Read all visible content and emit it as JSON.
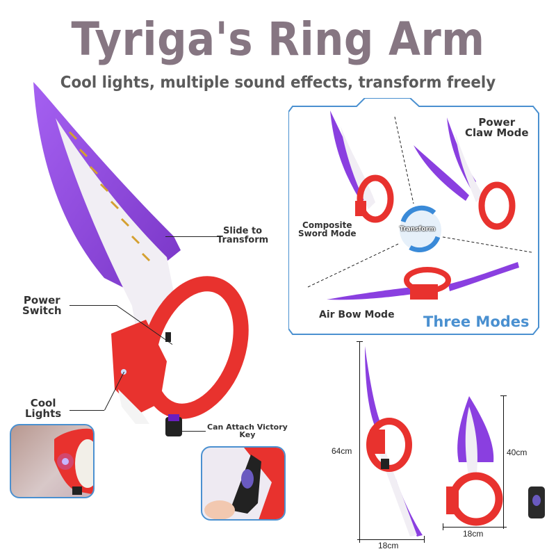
{
  "header": {
    "title": "Tyriga's Ring Arm",
    "subtitle": "Cool lights, multiple sound effects, transform freely"
  },
  "callouts": {
    "slide_to_transform": [
      "Slide to",
      "Transform"
    ],
    "power_switch": [
      "Power",
      "Switch"
    ],
    "cool_lights": [
      "Cool",
      "Lights"
    ],
    "victory_key": [
      "Can Attach Victory",
      "Key"
    ]
  },
  "modes_panel": {
    "title": "Three Modes",
    "center_badge": "Transform",
    "modes": [
      {
        "name": "composite_sword",
        "label": [
          "Composite",
          "Sword Mode"
        ]
      },
      {
        "name": "power_claw",
        "label": [
          "Power",
          "Claw Mode"
        ]
      },
      {
        "name": "air_bow",
        "label": [
          "Air Bow Mode"
        ]
      }
    ]
  },
  "dimensions": {
    "full_length": {
      "height": "64cm",
      "width": "18cm"
    },
    "compact": {
      "height": "40cm",
      "width": "18cm"
    }
  },
  "colors": {
    "title": "#867682",
    "subtitle": "#5b5b5b",
    "accent_blue": "#4a90d0",
    "modes_title": "#4a90d0",
    "ring_red": "#e8322e",
    "blade_purple": "#7b2fd0",
    "trim_gold": "#d4a030"
  }
}
